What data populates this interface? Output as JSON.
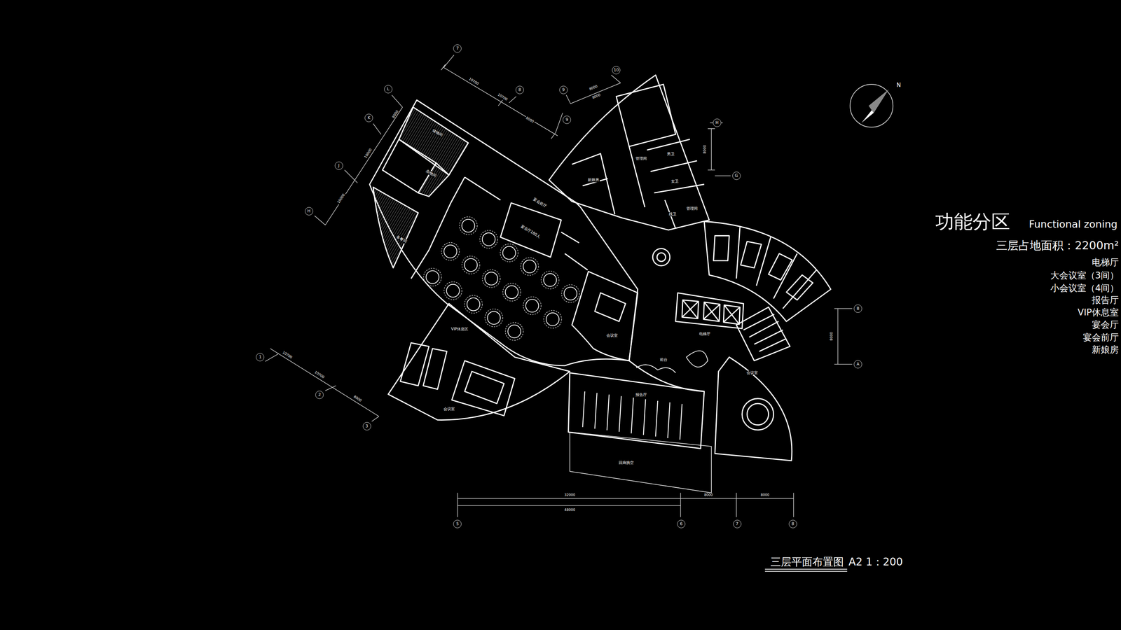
{
  "diagram": {
    "title": "功能分区",
    "caption": "三层平面布置图",
    "labels": [
      "Functional zoning",
      "三层占地面积：2200m²",
      "电梯厅",
      "大会议室（3间）",
      "小会议室（4间）",
      "报告厅",
      "VIP休息室",
      "宴会厅",
      "宴会前厅",
      "新娘房",
      "A2 1：200",
      "储物间",
      "杂物间",
      "备餐间",
      "宴会前厅",
      "宴会厅180人",
      "新娘房",
      "管理间",
      "男卫",
      "女卫",
      "残卫",
      "管理间",
      "会议室",
      "电梯厅",
      "VIP休息区",
      "会议室",
      "报告厅",
      "前台",
      "会议室",
      "回廊挑空",
      "10700",
      "10700",
      "8000",
      "8000",
      "8000",
      "8000",
      "10000",
      "10000",
      "10700",
      "10700",
      "8000",
      "8000",
      "8000",
      "32000",
      "48000",
      "8000",
      "8000",
      "7",
      "8",
      "9",
      "9",
      "10",
      "L",
      "K",
      "J",
      "H",
      "H",
      "G",
      "B",
      "A",
      "1",
      "2",
      "3",
      "5",
      "6",
      "7",
      "8",
      "N"
    ]
  }
}
